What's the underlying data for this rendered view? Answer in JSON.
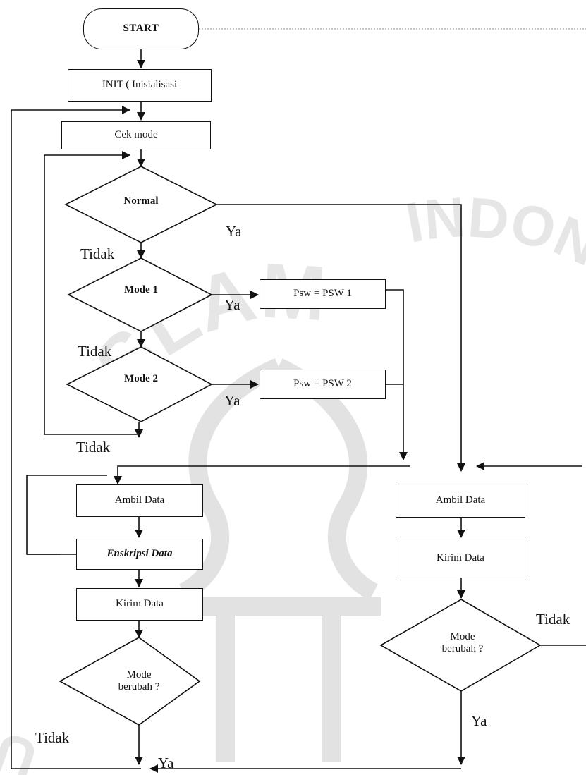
{
  "diagram": {
    "nodes": {
      "start": "START",
      "init": "INIT ( Inisialisasi",
      "cek_mode": "Cek mode",
      "normal": "Normal",
      "mode1": "Mode 1",
      "mode2": "Mode 2",
      "psw1": "Psw = PSW 1",
      "psw2": "Psw = PSW 2",
      "left_ambil": "Ambil  Data",
      "left_enkripsi": "Enskripsi Data",
      "left_kirim": "Kirim Data",
      "left_mode_line1": "Mode",
      "left_mode_line2": "berubah ?",
      "right_ambil": "Ambil  Data",
      "right_kirim": "Kirim Data",
      "right_mode_line1": "Mode",
      "right_mode_line2": "berubah ?"
    },
    "edge_labels": {
      "normal_ya": "Ya",
      "normal_tidak": "Tidak",
      "mode1_ya": "Ya",
      "mode1_tidak": "Tidak",
      "mode2_ya": "Ya",
      "mode2_tidak": "Tidak",
      "right_tidak": "Tidak",
      "right_ya": "Ya",
      "left_tidak": "Tidak",
      "left_ya": "Ya"
    }
  },
  "watermark": {
    "text_top": "ISLAM",
    "text_left": "UNIVERSITAS",
    "text_right": "INDONESIA"
  },
  "colors": {
    "line": "#111111",
    "watermark": "#d9d9d9"
  }
}
